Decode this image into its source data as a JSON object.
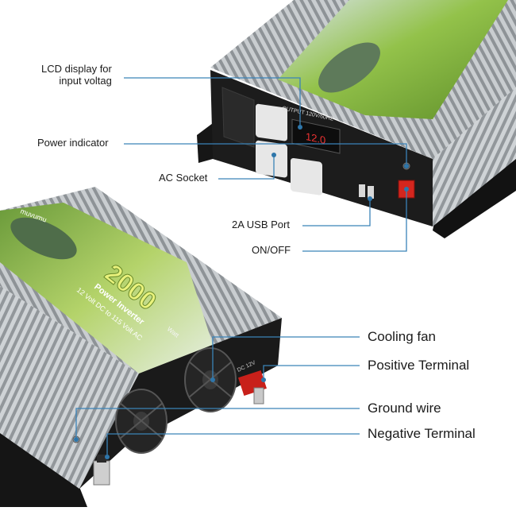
{
  "labels": {
    "lcd_line1": "LCD display for",
    "lcd_line2": "input voltag",
    "power_indicator": "Power indicator",
    "ac_socket": "AC Socket",
    "usb_port": "2A USB Port",
    "on_off": "ON/OFF",
    "cooling_fan": "Cooling fan",
    "positive_terminal": "Positive Terminal",
    "ground_wire": "Ground wire",
    "negative_terminal": "Negative Terminal"
  },
  "product": {
    "brand": "muvumu",
    "watt": "2000",
    "watt_unit": "Watt",
    "name": "Power Inverter",
    "spec": "12 Volt DC to 115 Volt AC",
    "output_panel": "OUTPUT 120V/60HZ",
    "lcd_reading": "12.0",
    "dc_label": "DC 12V"
  },
  "colors": {
    "callout_line": "#3a83b8",
    "callout_dot": "#2e76aa",
    "housing": "#b8bcbf",
    "panel": "#1c1c1c",
    "switch_red": "#d4261e",
    "terminal_red": "#c8201a",
    "banner_green": "#8fbf3a"
  }
}
